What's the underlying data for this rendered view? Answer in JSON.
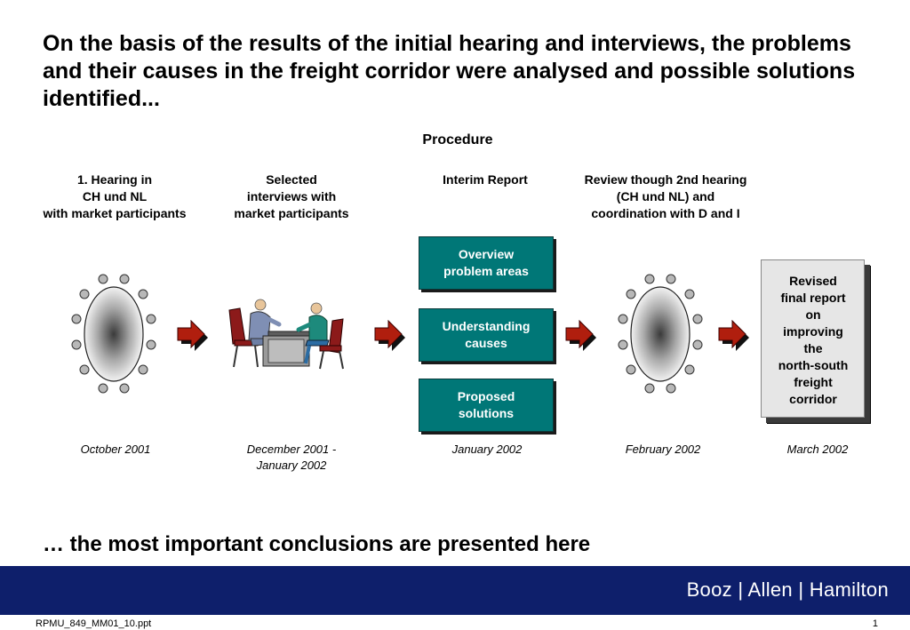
{
  "title": "On the basis of the results of the initial hearing and interviews, the problems and their causes in the freight corridor were analysed and possible solutions identified...",
  "procedure_label": "Procedure",
  "steps": [
    {
      "label_lines": [
        "1. Hearing in",
        "CH und NL",
        "with market participants"
      ],
      "date_lines": [
        "October 2001"
      ]
    },
    {
      "label_lines": [
        "Selected",
        "interviews with",
        "market participants"
      ],
      "date_lines": [
        "December 2001 -",
        "January 2002"
      ]
    },
    {
      "label_lines": [
        "Interim Report"
      ],
      "date_lines": [
        "January 2002"
      ]
    },
    {
      "label_lines": [
        "Review though 2nd hearing",
        "(CH und NL) and",
        "coordination with D and I"
      ],
      "date_lines": [
        "February 2002"
      ]
    },
    {
      "label_lines": [],
      "date_lines": [
        "March 2002"
      ]
    }
  ],
  "interim_boxes": [
    {
      "lines": [
        "Overview",
        "problem areas"
      ]
    },
    {
      "lines": [
        "Understanding",
        "causes"
      ]
    },
    {
      "lines": [
        "Proposed",
        "solutions"
      ]
    }
  ],
  "final_report_lines": [
    "Revised",
    "final report",
    "on",
    "improving",
    "the",
    "north-south",
    "freight",
    "corridor"
  ],
  "conclusion": "… the most important conclusions are presented here",
  "brand": "Booz | Allen | Hamilton",
  "footer": {
    "filename": "RPMU_849_MM01_10.ppt",
    "page": "1"
  },
  "colors": {
    "teal": "#007777",
    "arrow": "#b01e0e",
    "footer_band": "#0e1f6b"
  },
  "icons": [
    "meeting-table-icon",
    "interview-people-icon",
    "process-arrow-icon"
  ]
}
